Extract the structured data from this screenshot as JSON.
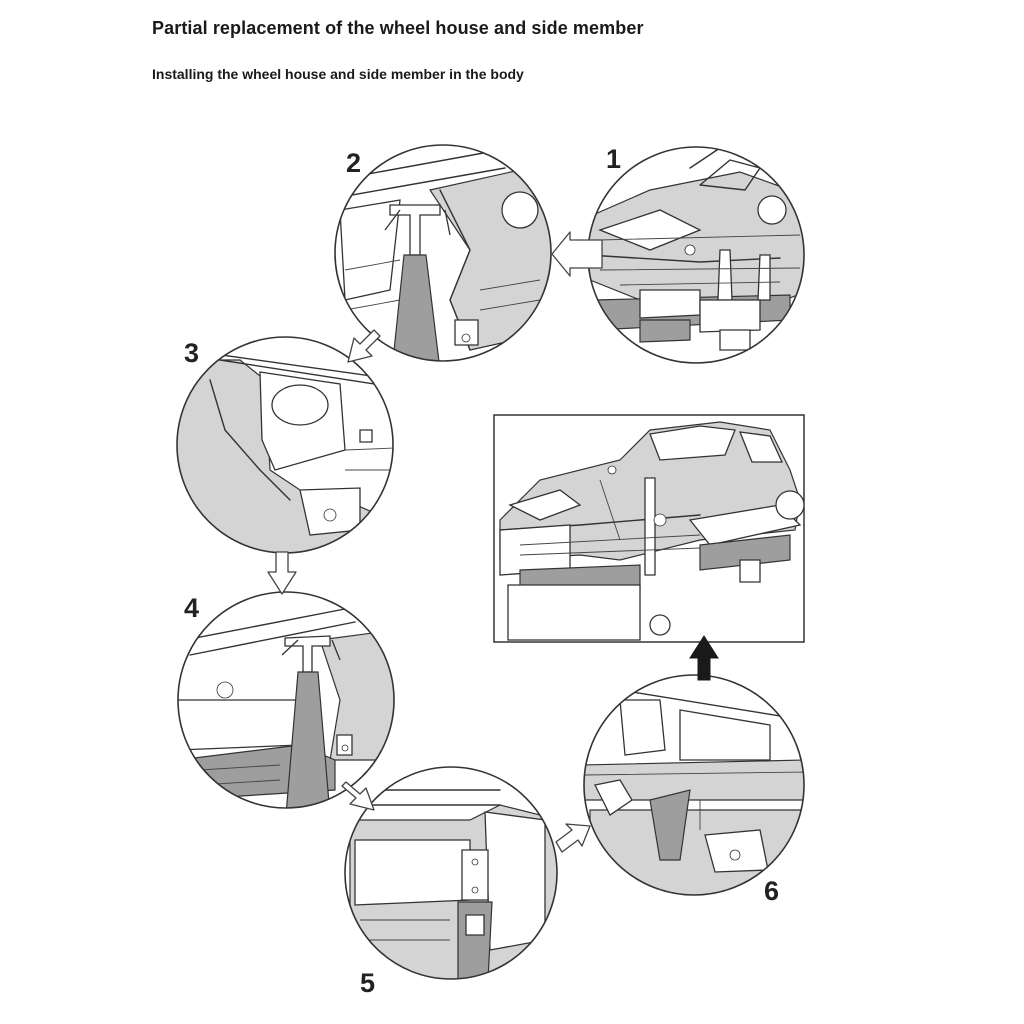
{
  "title": "Partial replacement of the wheel house and side member",
  "subtitle": "Installing the wheel house and side member in the body",
  "steps": [
    {
      "number": "1"
    },
    {
      "number": "2"
    },
    {
      "number": "3"
    },
    {
      "number": "4"
    },
    {
      "number": "5"
    },
    {
      "number": "6"
    }
  ],
  "icons": [
    "flow-arrow",
    "main-overview-arrow"
  ],
  "colors": {
    "line": "#333333",
    "shade": "#d4d4d4",
    "dark": "#9e9e9e",
    "background": "#ffffff"
  }
}
